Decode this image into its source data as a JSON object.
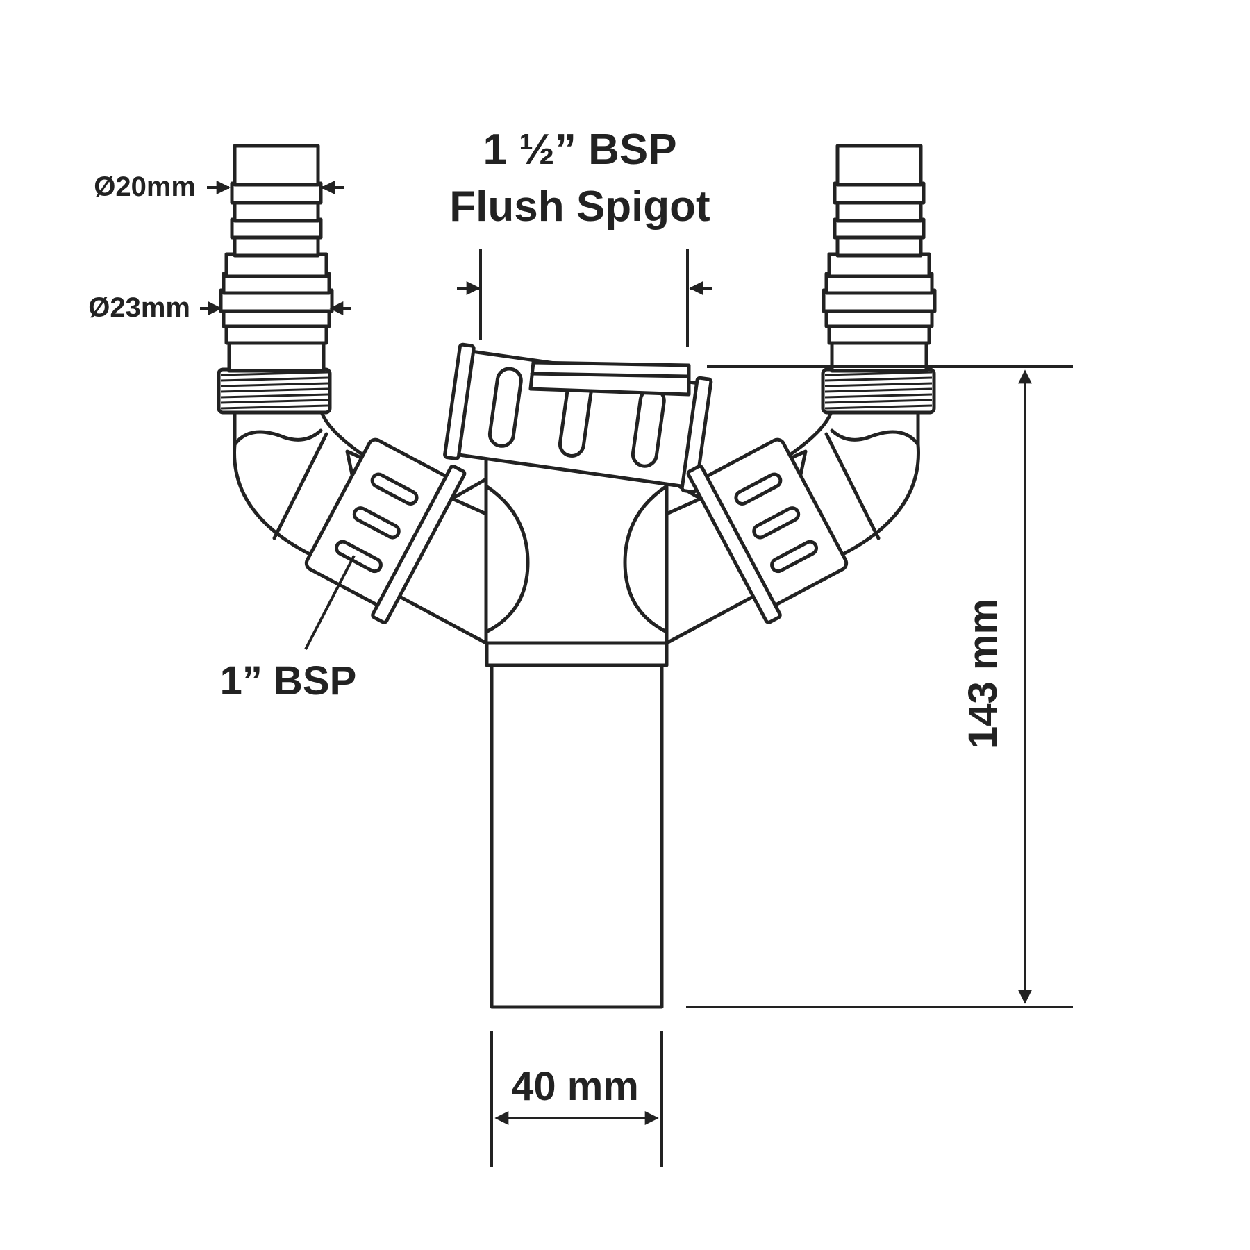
{
  "labels": {
    "spigot_line1": "1 ½” BSP",
    "spigot_line2": "Flush Spigot",
    "small_diameter": "Ø20mm",
    "large_diameter": "Ø23mm",
    "inlet_thread": "1” BSP",
    "height": "143 mm",
    "outlet_width": "40 mm"
  },
  "colors": {
    "line": "#222222",
    "background": "#ffffff"
  }
}
